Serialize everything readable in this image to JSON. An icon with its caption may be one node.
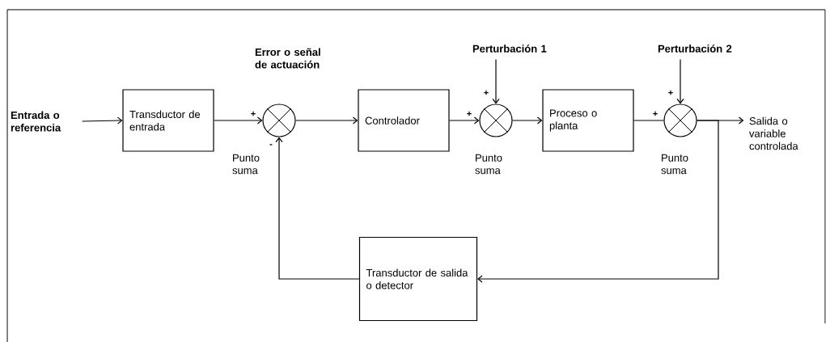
{
  "diagram": {
    "nodes": [
      {
        "text": [
          "Entrada o referencia"
        ]
      },
      {
        "text": [
          "Transductor de entrada"
        ]
      },
      {
        "text": [],
        "shape": "circle",
        "beside": [
          "Punto suma"
        ]
      },
      {
        "text": [
          "Controlador"
        ]
      },
      {
        "text": [],
        "shape": "circle",
        "beside": [
          "Punto suma"
        ]
      },
      {
        "text": [
          "Proceso o planta"
        ]
      },
      {
        "text": [],
        "shape": "circle",
        "beside": [
          "Punto suma"
        ]
      },
      {
        "text": [
          "Salida o variable controlada"
        ]
      },
      {
        "text": [
          "Transductor de salida o detector"
        ]
      },
      {
        "text": [
          "Perturbación 1"
        ]
      },
      {
        "text": [
          "Perturbación 2"
        ]
      }
    ],
    "edges": [
      {
        "from": 0,
        "to": 1,
        "arrow": "to"
      },
      {
        "from": 1,
        "to": 2,
        "arrow": "to"
      },
      {
        "from": 2,
        "to": 3,
        "arrow": "to"
      },
      {
        "from": 3,
        "to": 4,
        "arrow": "to"
      },
      {
        "from": 4,
        "to": 5,
        "arrow": "to"
      },
      {
        "from": 5,
        "to": 6,
        "arrow": "none"
      },
      {
        "from": 6,
        "to": 7,
        "arrow": "to"
      },
      {
        "from": 6,
        "to": 8,
        "arrow": "to"
      },
      {
        "from": 8,
        "to": 2,
        "arrow": "to"
      },
      {
        "from": 9,
        "to": 4,
        "arrow": "to"
      },
      {
        "from": 10,
        "to": 6,
        "arrow": "to"
      }
    ],
    "labels": [
      "Error o señal de actuación",
      "+",
      "-",
      "+",
      "+",
      "+",
      "+"
    ]
  }
}
